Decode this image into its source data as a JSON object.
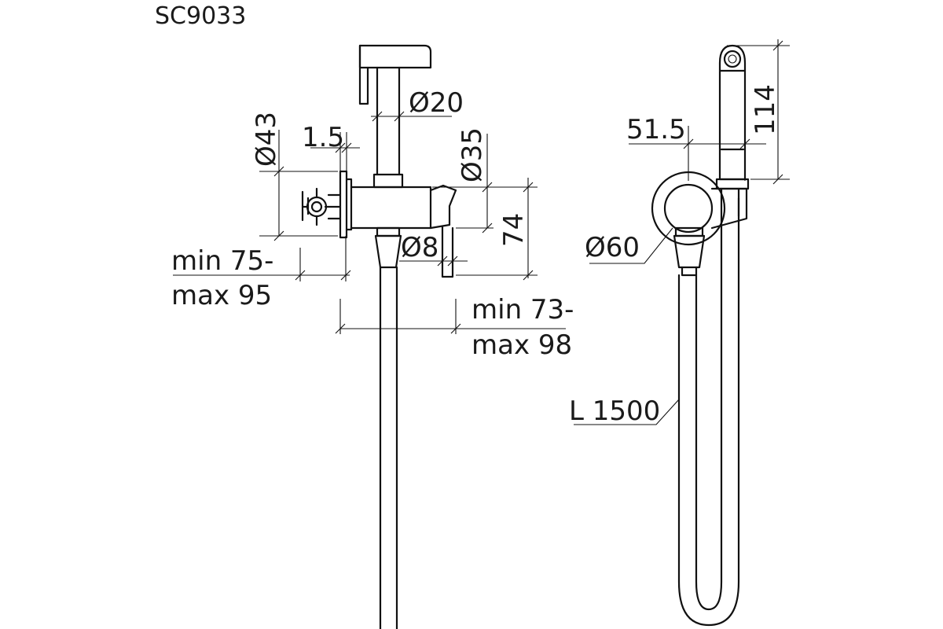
{
  "drawing": {
    "model_code": "SC9033",
    "dimensions": {
      "shower_head_diameter": "Ø20",
      "flange_diameter": "Ø43",
      "flange_thickness": "1.5",
      "body_diameter": "Ø35",
      "body_height": "74",
      "outlet_diameter": "Ø8",
      "wall_depth_min": "min 75-",
      "wall_depth_max": "max 95",
      "projection_min": "min 73-",
      "projection_max": "max 98",
      "holder_offset": "51.5",
      "head_length": "114",
      "rosette_diameter": "Ø60",
      "hose_length": "L 1500"
    }
  }
}
